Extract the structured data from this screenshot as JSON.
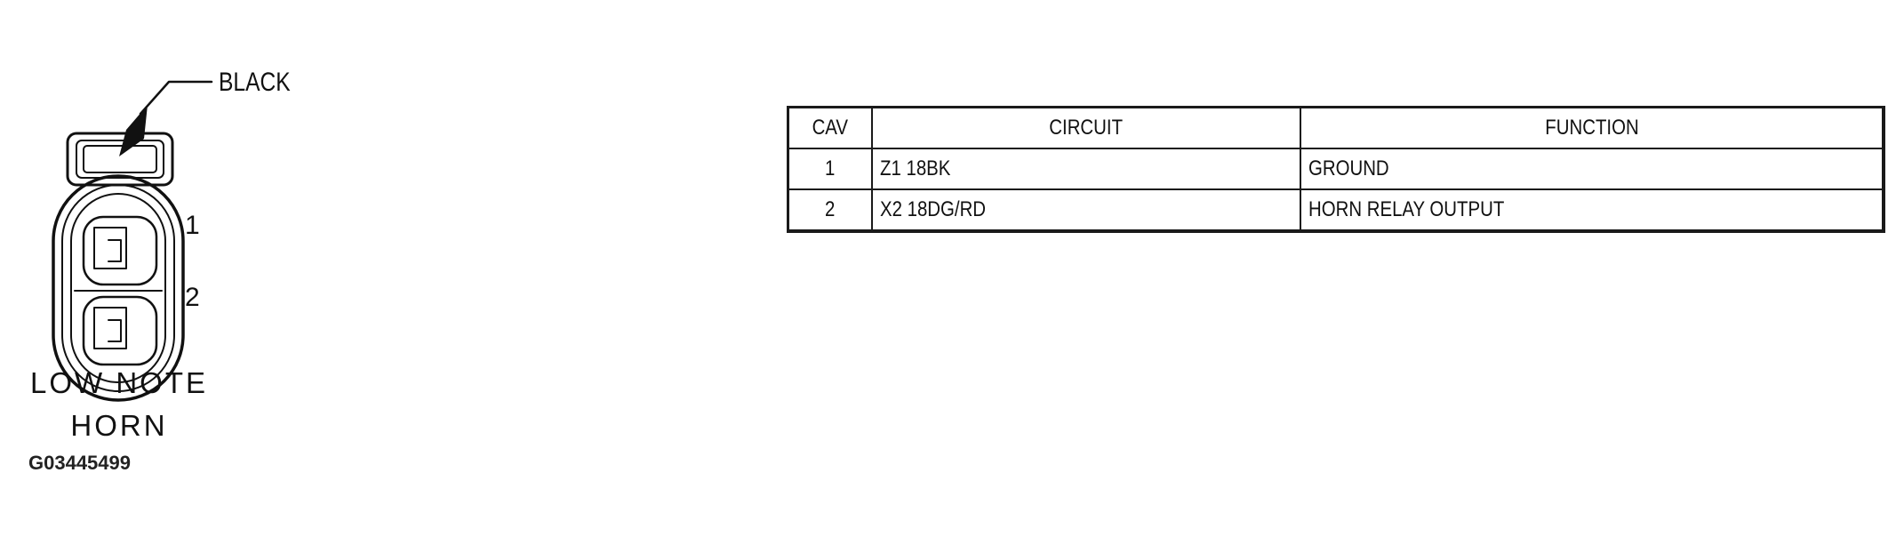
{
  "connector": {
    "callout_label": "BLACK",
    "pin_labels": [
      "1",
      "2"
    ],
    "name_lines": [
      "LOW NOTE",
      "HORN"
    ],
    "figure_id": "G03445499"
  },
  "pinout_table": {
    "headers": [
      "CAV",
      "CIRCUIT",
      "FUNCTION"
    ],
    "rows": [
      {
        "cav": "1",
        "circuit": "Z1 18BK",
        "function": "GROUND"
      },
      {
        "cav": "2",
        "circuit": "X2 18DG/RD",
        "function": "HORN RELAY OUTPUT"
      }
    ]
  }
}
